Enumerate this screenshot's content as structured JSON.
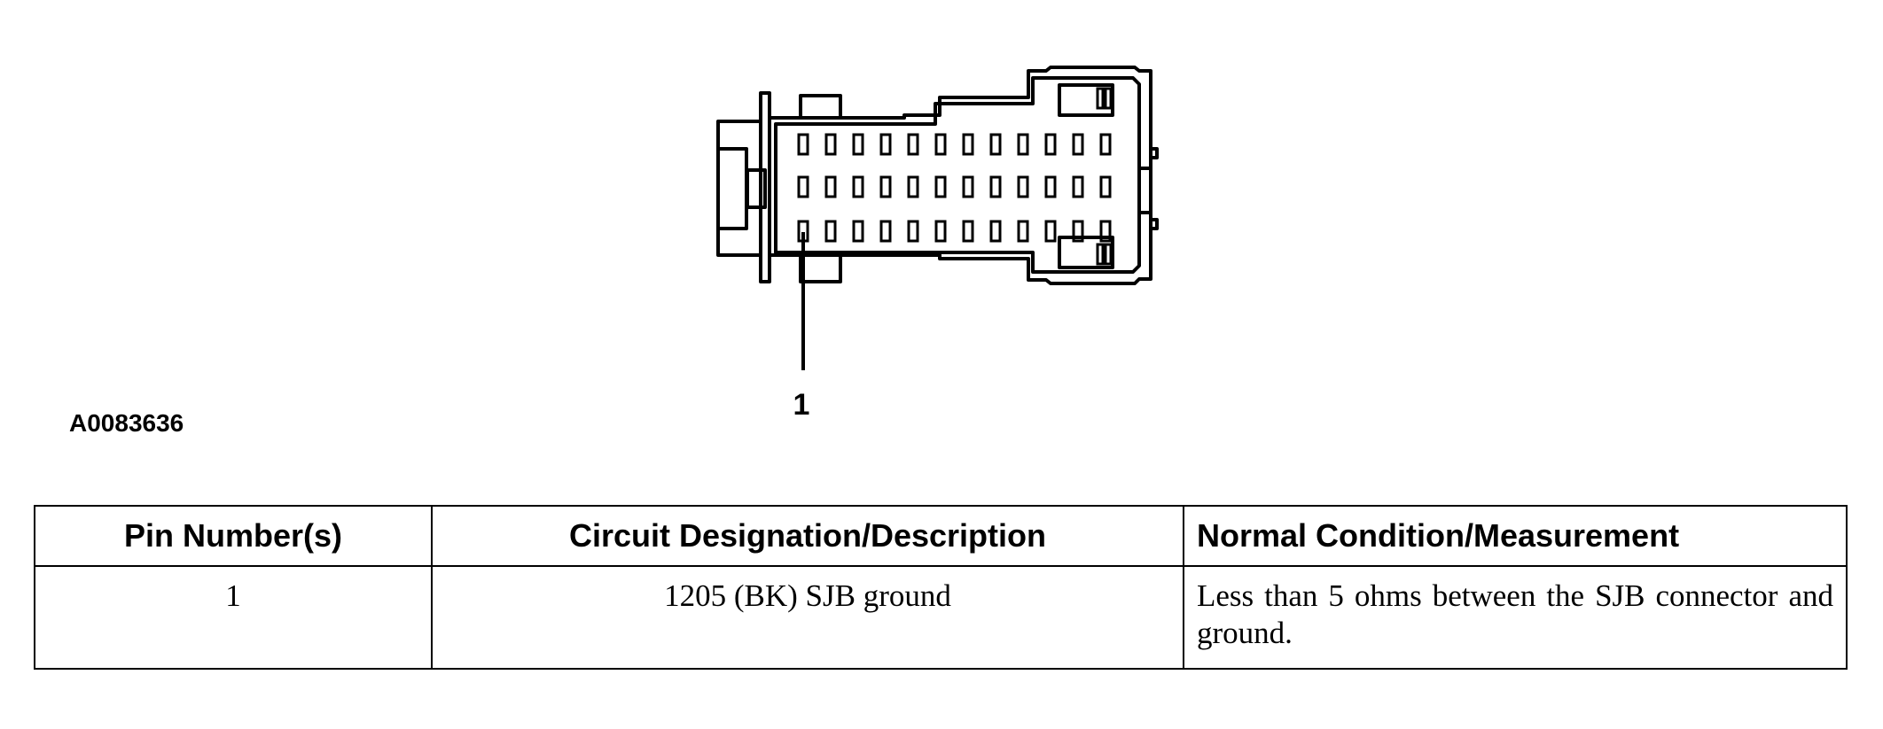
{
  "figure_id": "A0083636",
  "diagram": {
    "callout_label": "1"
  },
  "table": {
    "headers": {
      "pin": "Pin Number(s)",
      "circuit": "Circuit Designation/Description",
      "condition": "Normal Condition/Measurement"
    },
    "rows": [
      {
        "pin": "1",
        "circuit": "1205 (BK) SJB ground",
        "condition": "Less than 5 ohms between the SJB connector and ground."
      }
    ]
  }
}
